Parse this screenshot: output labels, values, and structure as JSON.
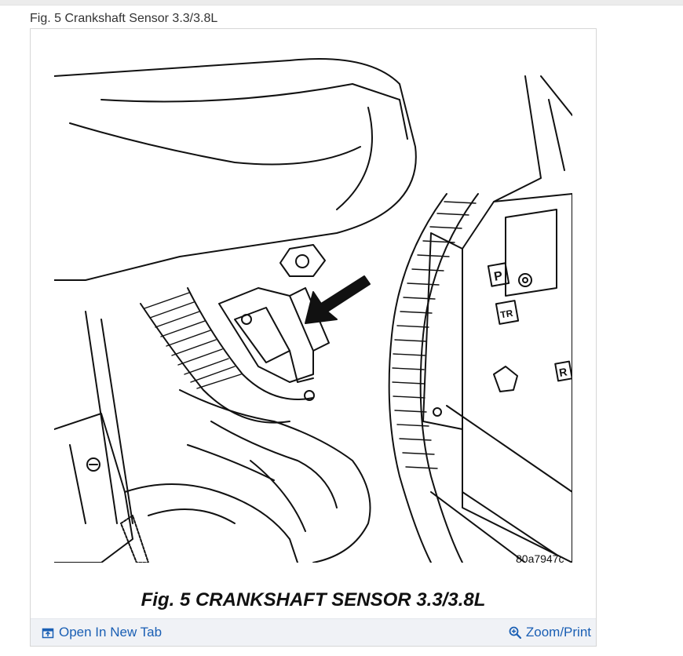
{
  "page": {
    "caption": "Fig. 5 Crankshaft Sensor 3.3/3.8L"
  },
  "figure": {
    "drawing_code": "80a7947c",
    "title": "Fig. 5 CRANKSHAFT SENSOR 3.3/3.8L",
    "embossed_letters": [
      "P",
      "TR",
      "R"
    ]
  },
  "actions": {
    "open_new_tab_label": "Open In New Tab",
    "zoom_print_label": "Zoom/Print"
  },
  "colors": {
    "link": "#1a5fb4",
    "caption_text": "#333333",
    "action_bar_bg": "#f0f2f6",
    "frame_border": "#d6d6d6"
  },
  "icons": {
    "open_new_tab": "open-new-tab-icon",
    "zoom": "magnifier-plus-icon",
    "arrow": "pointer-arrow-icon"
  }
}
